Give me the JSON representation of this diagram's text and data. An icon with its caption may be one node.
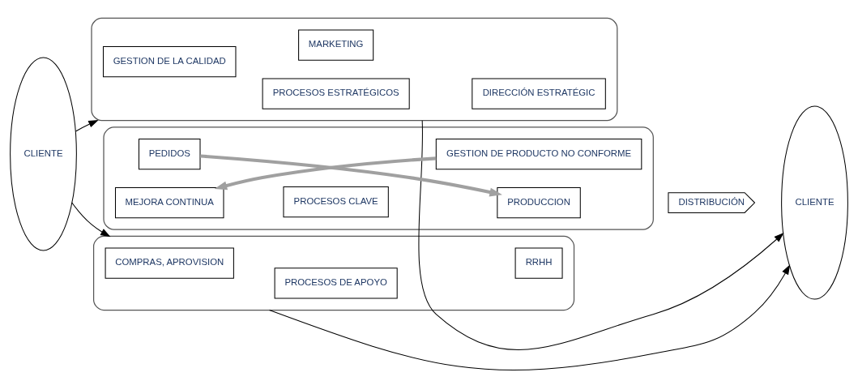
{
  "diagram": {
    "nodes": [
      {
        "text": [
          "CLIENTE"
        ]
      },
      {
        "text": [],
        "shape": "box"
      },
      {
        "text": [
          "PROCESOS ESTRATÉGICOS"
        ],
        "in": 1
      },
      {
        "text": [
          "GESTION DE LA CALIDAD"
        ],
        "in": 1
      },
      {
        "text": [
          "MARKETING"
        ],
        "in": 1
      },
      {
        "text": [
          "DIRECCIÓN ESTRATÉGIC"
        ],
        "in": 1
      },
      {
        "text": [],
        "shape": "box"
      },
      {
        "text": [
          "PROCESOS CLAVE"
        ],
        "in": 6
      },
      {
        "text": [
          "PEDIDOS"
        ],
        "in": 6
      },
      {
        "text": [
          "PRODUCCION"
        ],
        "in": 6
      },
      {
        "text": [
          "MEJORA CONTINUA"
        ],
        "in": 6
      },
      {
        "text": [
          "GESTION DE PRODUCTO NO CONFORME"
        ],
        "in": 6
      },
      {
        "text": [
          "DISTRIBUCIÓN"
        ]
      },
      {
        "text": [],
        "shape": "box"
      },
      {
        "text": [
          "PROCESOS DE APOYO"
        ],
        "in": 13
      },
      {
        "text": [
          "COMPRAS, APROVISION"
        ],
        "in": 13
      },
      {
        "text": [
          "RRHH"
        ],
        "in": 13
      },
      {
        "text": [
          "CLIENTE"
        ]
      }
    ],
    "edges": [
      {
        "from": 0,
        "to": 1,
        "arrow": "to"
      },
      {
        "from": 0,
        "to": 13,
        "arrow": "to"
      },
      {
        "from": 1,
        "to": 17,
        "arrow": "to"
      },
      {
        "from": 13,
        "to": 17,
        "arrow": "to"
      },
      {
        "from": 8,
        "to": 9,
        "arrow": "to",
        "color": "#a0a0a0",
        "style": "thick"
      },
      {
        "from": 11,
        "to": 10,
        "arrow": "to",
        "color": "#a0a0a0",
        "style": "thick"
      }
    ]
  }
}
